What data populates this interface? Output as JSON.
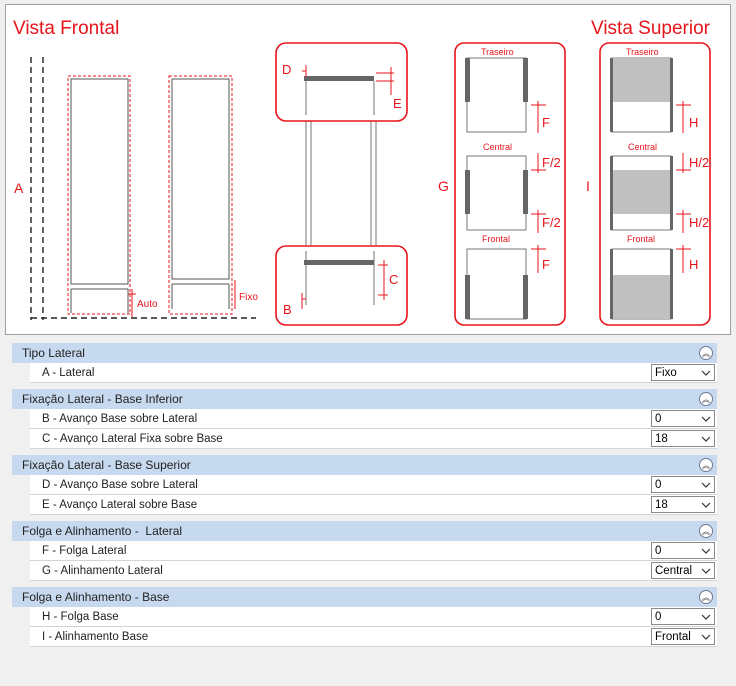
{
  "diagram": {
    "left_title": "Vista Frontal",
    "right_title": "Vista Superior",
    "labels": {
      "A": "A",
      "B": "B",
      "C": "C",
      "D": "D",
      "E": "E",
      "F": "F",
      "F2": "F/2",
      "G": "G",
      "H": "H",
      "H2": "H/2",
      "I": "I",
      "auto": "Auto",
      "fixo": "Fixo",
      "traseiro": "Traseiro",
      "central": "Central",
      "frontal": "Frontal"
    }
  },
  "groups": [
    {
      "title": "Tipo Lateral",
      "rows": [
        {
          "label": "A - Lateral",
          "value": "Fixo"
        }
      ]
    },
    {
      "title": "Fixação Lateral - Base Inferior",
      "rows": [
        {
          "label": "B - Avanço Base sobre Lateral",
          "value": "0"
        },
        {
          "label": "C - Avanço Lateral Fixa sobre Base",
          "value": "18"
        }
      ]
    },
    {
      "title": "Fixação Lateral - Base Superior",
      "rows": [
        {
          "label": "D - Avanço Base sobre Lateral",
          "value": "0"
        },
        {
          "label": "E - Avanço Lateral sobre Base",
          "value": "18"
        }
      ]
    },
    {
      "title": "Folga e Alinhamento -  Lateral",
      "rows": [
        {
          "label": "F - Folga Lateral",
          "value": "0"
        },
        {
          "label": "G - Alinhamento Lateral",
          "value": "Central"
        }
      ]
    },
    {
      "title": "Folga e Alinhamento - Base",
      "rows": [
        {
          "label": "H - Folga Base",
          "value": "0"
        },
        {
          "label": "I - Alinhamento Base",
          "value": "Frontal"
        }
      ]
    }
  ]
}
